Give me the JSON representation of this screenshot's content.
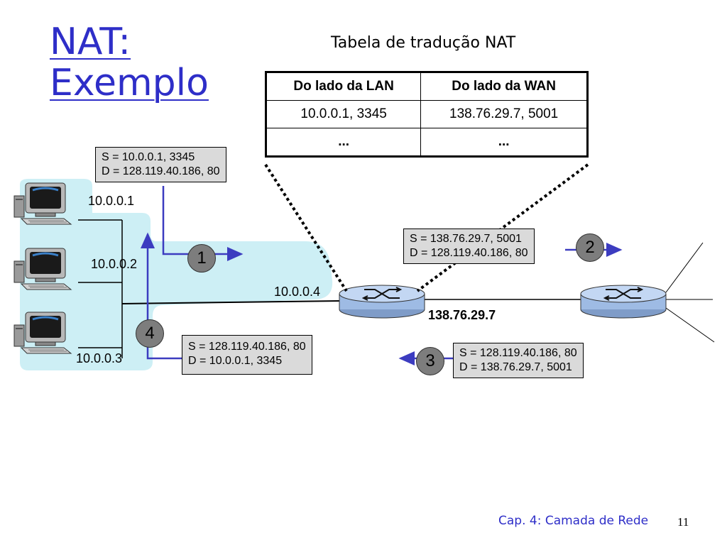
{
  "title": {
    "line1": "NAT:",
    "line2": "Exemplo"
  },
  "table": {
    "caption": "Tabela de tradução NAT",
    "headers": [
      "Do lado da LAN",
      "Do lado da WAN"
    ],
    "rows": [
      [
        "10.0.0.1, 3345",
        "138.76.29.7, 5001"
      ],
      [
        "...",
        "..."
      ]
    ]
  },
  "hosts": {
    "host1_ip": "10.0.0.1",
    "host2_ip": "10.0.0.2",
    "host3_ip": "10.0.0.3"
  },
  "router": {
    "lan_ip": "10.0.0.4",
    "wan_ip": "138.76.29.7"
  },
  "packets": {
    "p1": {
      "badge": "1",
      "src": "S = 10.0.0.1, 3345",
      "dst": "D = 128.119.40.186, 80"
    },
    "p2": {
      "badge": "2",
      "src": "S = 138.76.29.7, 5001",
      "dst": "D = 128.119.40.186, 80"
    },
    "p3": {
      "badge": "3",
      "src": "S = 128.119.40.186, 80",
      "dst": "D = 138.76.29.7, 5001"
    },
    "p4": {
      "badge": "4",
      "src": "S = 128.119.40.186, 80",
      "dst": "D = 10.0.0.1, 3345"
    }
  },
  "footer": {
    "text": "Cap. 4: Camada de Rede",
    "page": "11"
  },
  "colors": {
    "title": "#2e2ec8",
    "arrow": "#3c3cc0",
    "lan": "#cdeff5",
    "router": "#a9c6ea",
    "box": "#dadada"
  }
}
